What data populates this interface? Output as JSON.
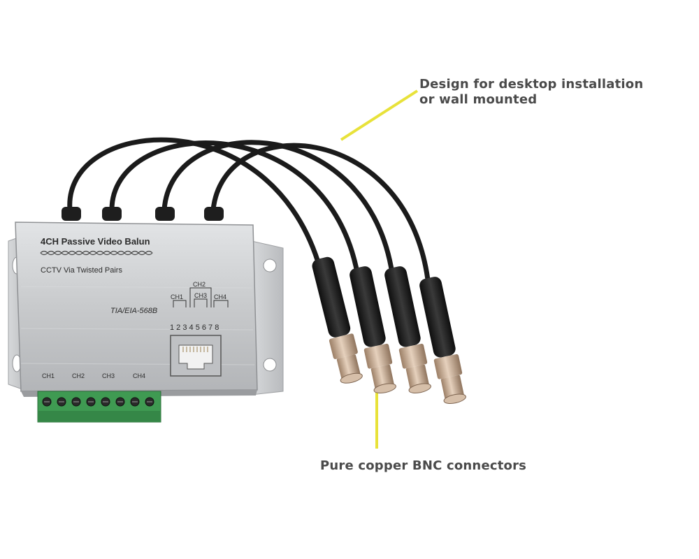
{
  "callouts": {
    "top_line1": "Design for desktop installation",
    "top_line2": "or wall mounted",
    "bottom": "Pure copper BNC connectors"
  },
  "device": {
    "title": "4CH Passive Video Balun",
    "subtitle": "CCTV Via Twisted Pairs",
    "standard": "TIA/EIA-568B",
    "pin_numbers": "1 2 3 4 5 6 7 8",
    "rj45_labels": {
      "ch1": "CH1",
      "ch2": "CH2",
      "ch3": "CH3",
      "ch4": "CH4"
    },
    "terminal_labels": [
      "CH1",
      "CH2",
      "CH3",
      "CH4"
    ]
  },
  "colors": {
    "callout_line": "#e8e23a",
    "body": "#c9cbcd",
    "terminal_block": "#3f9a52",
    "cable": "#1b1b1b",
    "bnc_metal": "#c9a98a",
    "text": "#4a4a4a"
  }
}
